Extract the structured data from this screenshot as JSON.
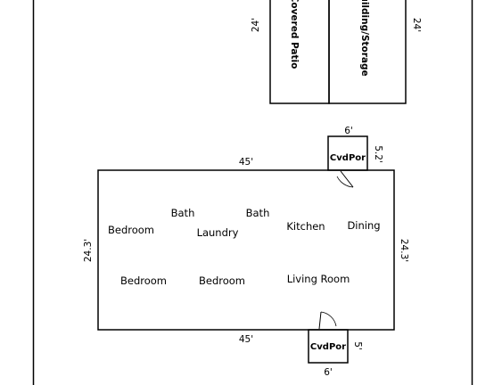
{
  "outbuildings": {
    "covered_patio": {
      "label": "Covered Patio",
      "depth": "24'"
    },
    "building_storage": {
      "label": "Building/Storage",
      "depth": "24'"
    }
  },
  "house": {
    "top_width": "45'",
    "bottom_width": "45'",
    "left_depth": "24.3'",
    "right_depth": "24.3'",
    "rooms": {
      "bath_1": "Bath",
      "bath_2": "Bath",
      "bedroom_1": "Bedroom",
      "bedroom_2": "Bedroom",
      "bedroom_3": "Bedroom",
      "laundry": "Laundry",
      "kitchen": "Kitchen",
      "dining": "Dining",
      "living_room": "Living Room"
    }
  },
  "porch_rear": {
    "label": "CvdPor",
    "width": "6'",
    "depth": "5.2'"
  },
  "porch_front": {
    "label": "CvdPor",
    "width": "6'",
    "depth": "5'"
  }
}
